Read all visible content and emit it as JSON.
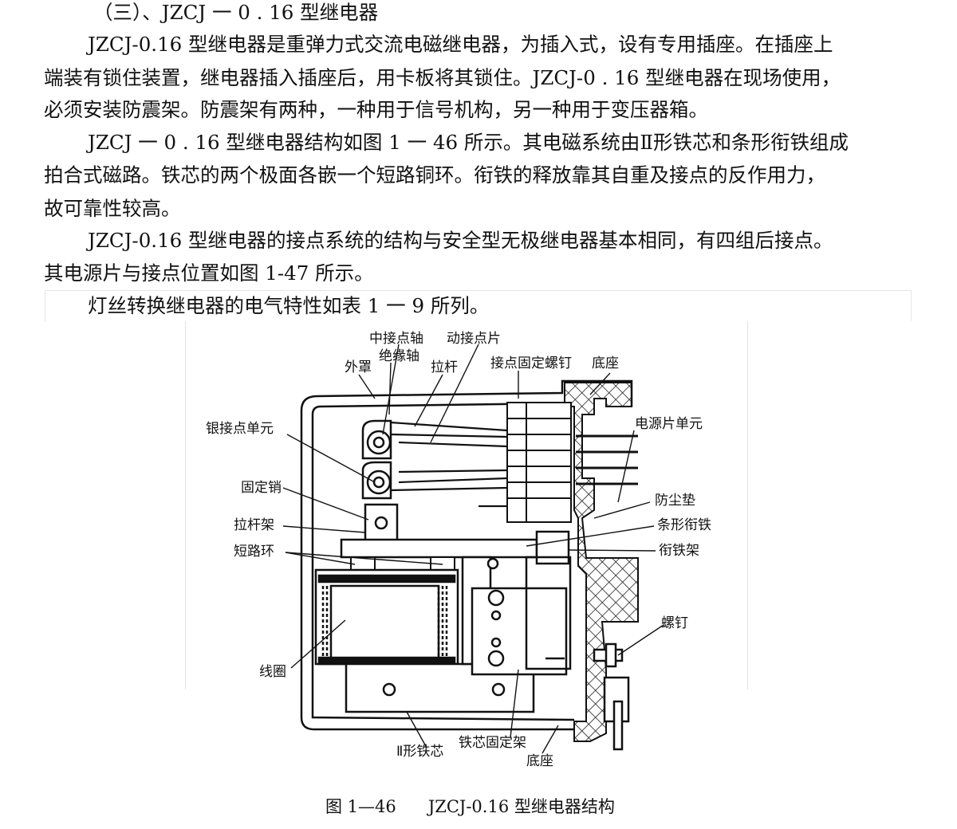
{
  "heading": "（三）、JZCJ 一 0 . 16 型继电器",
  "paragraphs": [
    "JZCJ-0.16 型继电器是重弹力式交流电磁继电器，为插入式，设有专用插座。在插座上",
    "端装有锁住装置，继电器插入插座后，用卡板将其锁住。JZCJ-0 . 16 型继电器在现场使用，",
    "必须安装防震架。防震架有两种，一种用于信号机构，另一种用于变压器箱。",
    "JZCJ 一 0 . 16 型继电器结构如图 1 一 46 所示。其电磁系统由Ⅱ形铁芯和条形衔铁组成",
    "拍合式磁路。铁芯的两个极面各嵌一个短路铜环。衔铁的释放靠其自重及接点的反作用力，",
    "故可靠性较高。",
    "JZCJ-0.16 型继电器的接点系统的结构与安全型无极继电器基本相同，有四组后接点。",
    "其电源片与接点位置如图 1-47 所示。",
    "灯丝转换继电器的电气特性如表 1 一 9 所列。"
  ],
  "figure": {
    "labels": {
      "zhong_jiedian_zhou": "中接点轴",
      "dong_jiedian_pian": "动接点片",
      "jueyuan_zhou": "绝缘轴",
      "wai_zhao": "外罩",
      "la_gan": "拉杆",
      "jiedian_guding_luoding": "接点固定螺钉",
      "di_zuo_top": "底座",
      "yin_jiedian_danyuan": "银接点单元",
      "dianyuan_pian_danyuan": "电源片单元",
      "guding_xiao": "固定销",
      "fang_chen_dian": "防尘垫",
      "la_gan_jia": "拉杆架",
      "tiaoxing_xiantie": "条形衔铁",
      "duanlu_huan": "短路环",
      "xiantie_jia": "衔铁架",
      "luoding": "螺钉",
      "xian_quan": "线圈",
      "tiexin_guding_jia": "铁芯固定架",
      "ii_xing_tiexin": "Ⅱ形铁芯",
      "di_zuo_bottom": "底座"
    },
    "caption_number": "图 1—46",
    "caption_title": "JZCJ-0.16 型继电器结构"
  }
}
